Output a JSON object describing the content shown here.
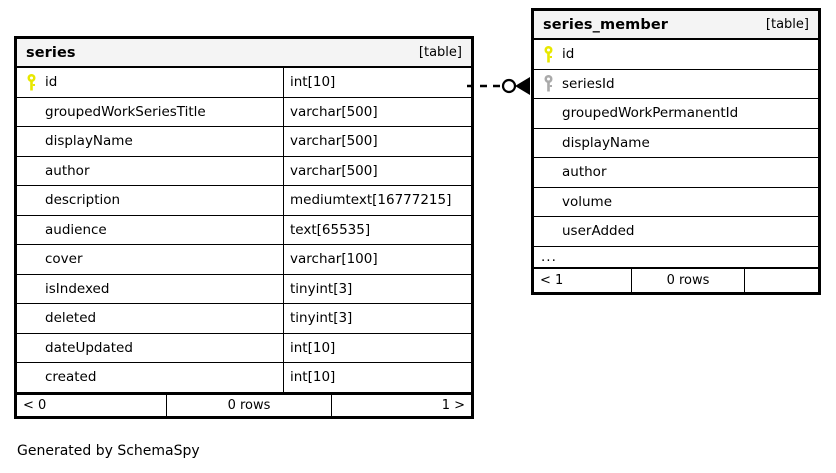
{
  "diagram": {
    "caption": "Generated by SchemaSpy",
    "background_color": "#ffffff",
    "line_color": "#000000",
    "header_background_color": "#f4f4f4",
    "primary_key_color": "#e8e800",
    "foreign_key_color": "#aaaaaa"
  },
  "tables": [
    {
      "id": "series",
      "name": "series",
      "tag": "[table]",
      "has_type_column": true,
      "has_ellipsis_row": false,
      "columns": [
        {
          "name": "id",
          "type": "int[10]",
          "key": "primary"
        },
        {
          "name": "groupedWorkSeriesTitle",
          "type": "varchar[500]",
          "key": "none"
        },
        {
          "name": "displayName",
          "type": "varchar[500]",
          "key": "none"
        },
        {
          "name": "author",
          "type": "varchar[500]",
          "key": "none"
        },
        {
          "name": "description",
          "type": "mediumtext[16777215]",
          "key": "none"
        },
        {
          "name": "audience",
          "type": "text[65535]",
          "key": "none"
        },
        {
          "name": "cover",
          "type": "varchar[100]",
          "key": "none"
        },
        {
          "name": "isIndexed",
          "type": "tinyint[3]",
          "key": "none"
        },
        {
          "name": "deleted",
          "type": "tinyint[3]",
          "key": "none"
        },
        {
          "name": "dateUpdated",
          "type": "int[10]",
          "key": "none"
        },
        {
          "name": "created",
          "type": "int[10]",
          "key": "none"
        }
      ],
      "footer": {
        "left": "< 0",
        "center": "0 rows",
        "right": "1 >"
      }
    },
    {
      "id": "series_member",
      "name": "series_member",
      "tag": "[table]",
      "has_type_column": false,
      "has_ellipsis_row": true,
      "ellipsis": "...",
      "columns": [
        {
          "name": "id",
          "type": "",
          "key": "primary"
        },
        {
          "name": "seriesId",
          "type": "",
          "key": "foreign"
        },
        {
          "name": "groupedWorkPermanentId",
          "type": "",
          "key": "none"
        },
        {
          "name": "displayName",
          "type": "",
          "key": "none"
        },
        {
          "name": "author",
          "type": "",
          "key": "none"
        },
        {
          "name": "volume",
          "type": "",
          "key": "none"
        },
        {
          "name": "userAdded",
          "type": "",
          "key": "none"
        }
      ],
      "footer": {
        "left": "< 1",
        "center": "0 rows",
        "right": ""
      }
    }
  ],
  "relationship": {
    "from_table": "series",
    "from_column": "id",
    "to_table": "series_member",
    "to_column": "seriesId",
    "line_style": "dashed",
    "source_cardinality": "one",
    "target_cardinality": "zero-or-many"
  }
}
